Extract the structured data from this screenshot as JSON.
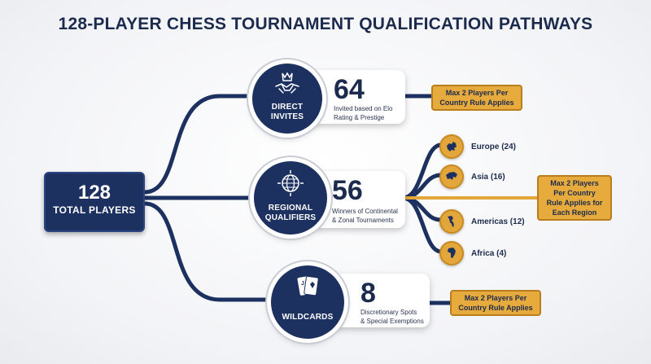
{
  "title": "128-PLAYER CHESS TOURNAMENT QUALIFICATION PATHWAYS",
  "root": {
    "number": "128",
    "label": "TOTAL PLAYERS"
  },
  "pathways": [
    {
      "circle_label": "DIRECT\nINVITES",
      "icon": "crown-handshake-icon",
      "number": "64",
      "description": "Invited based on Elo\nRating & Prestige",
      "note": "Max 2 Players Per\nCountry Rule Applies"
    },
    {
      "circle_label": "REGIONAL\nQUALIFIERS",
      "icon": "globe-target-icon",
      "number": "56",
      "description": "Winners of Continental\n& Zonal Tournaments",
      "note": "Max 2 Players\nPer Country\nRule Applies for\nEach Region"
    },
    {
      "circle_label": "WILDCARDS",
      "icon": "joker-cards-icon",
      "number": "8",
      "description": "Discretionary Spots\n& Special Exemptions",
      "note": "Max 2 Players Per\nCountry Rule Applies"
    }
  ],
  "regions": [
    {
      "label": "Europe (24)",
      "icon": "europe-map-icon"
    },
    {
      "label": "Asia (16)",
      "icon": "asia-map-icon"
    },
    {
      "label": "Americas (12)",
      "icon": "americas-map-icon"
    },
    {
      "label": "Africa (4)",
      "icon": "africa-map-icon"
    }
  ],
  "colors": {
    "navy": "#1d3160",
    "gold": "#e7aa3c",
    "background": "#f2f3f6"
  }
}
